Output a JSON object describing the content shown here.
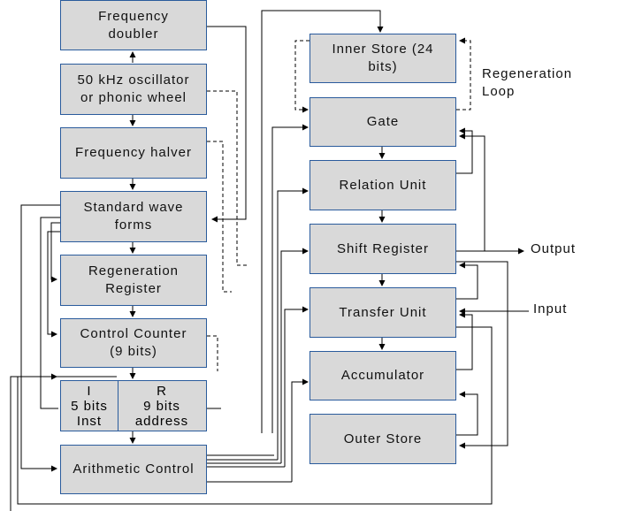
{
  "blocks": {
    "frequency_doubler": [
      "Frequency",
      "doubler"
    ],
    "oscillator": [
      "50 kHz oscillator",
      "or phonic wheel"
    ],
    "frequency_halver": [
      "Frequency halver"
    ],
    "standard_wave_forms": [
      "Standard wave",
      "forms"
    ],
    "regeneration_register": [
      "Regeneration",
      "Register"
    ],
    "control_counter": [
      "Control Counter",
      "(9 bits)"
    ],
    "instruction_field": [
      "I",
      "5 bits",
      "Inst"
    ],
    "address_field": [
      "R",
      "9 bits",
      "address"
    ],
    "arithmetic_control": [
      "Arithmetic Control"
    ],
    "inner_store": [
      "Inner Store (24",
      "bits)"
    ],
    "gate": [
      "Gate"
    ],
    "relation_unit": [
      "Relation Unit"
    ],
    "shift_register": [
      "Shift Register"
    ],
    "transfer_unit": [
      "Transfer Unit"
    ],
    "accumulator": [
      "Accumulator"
    ],
    "outer_store": [
      "Outer Store"
    ]
  },
  "labels": {
    "regeneration_loop": [
      "Regeneration",
      "Loop"
    ],
    "output": "Output",
    "input": "Input"
  }
}
